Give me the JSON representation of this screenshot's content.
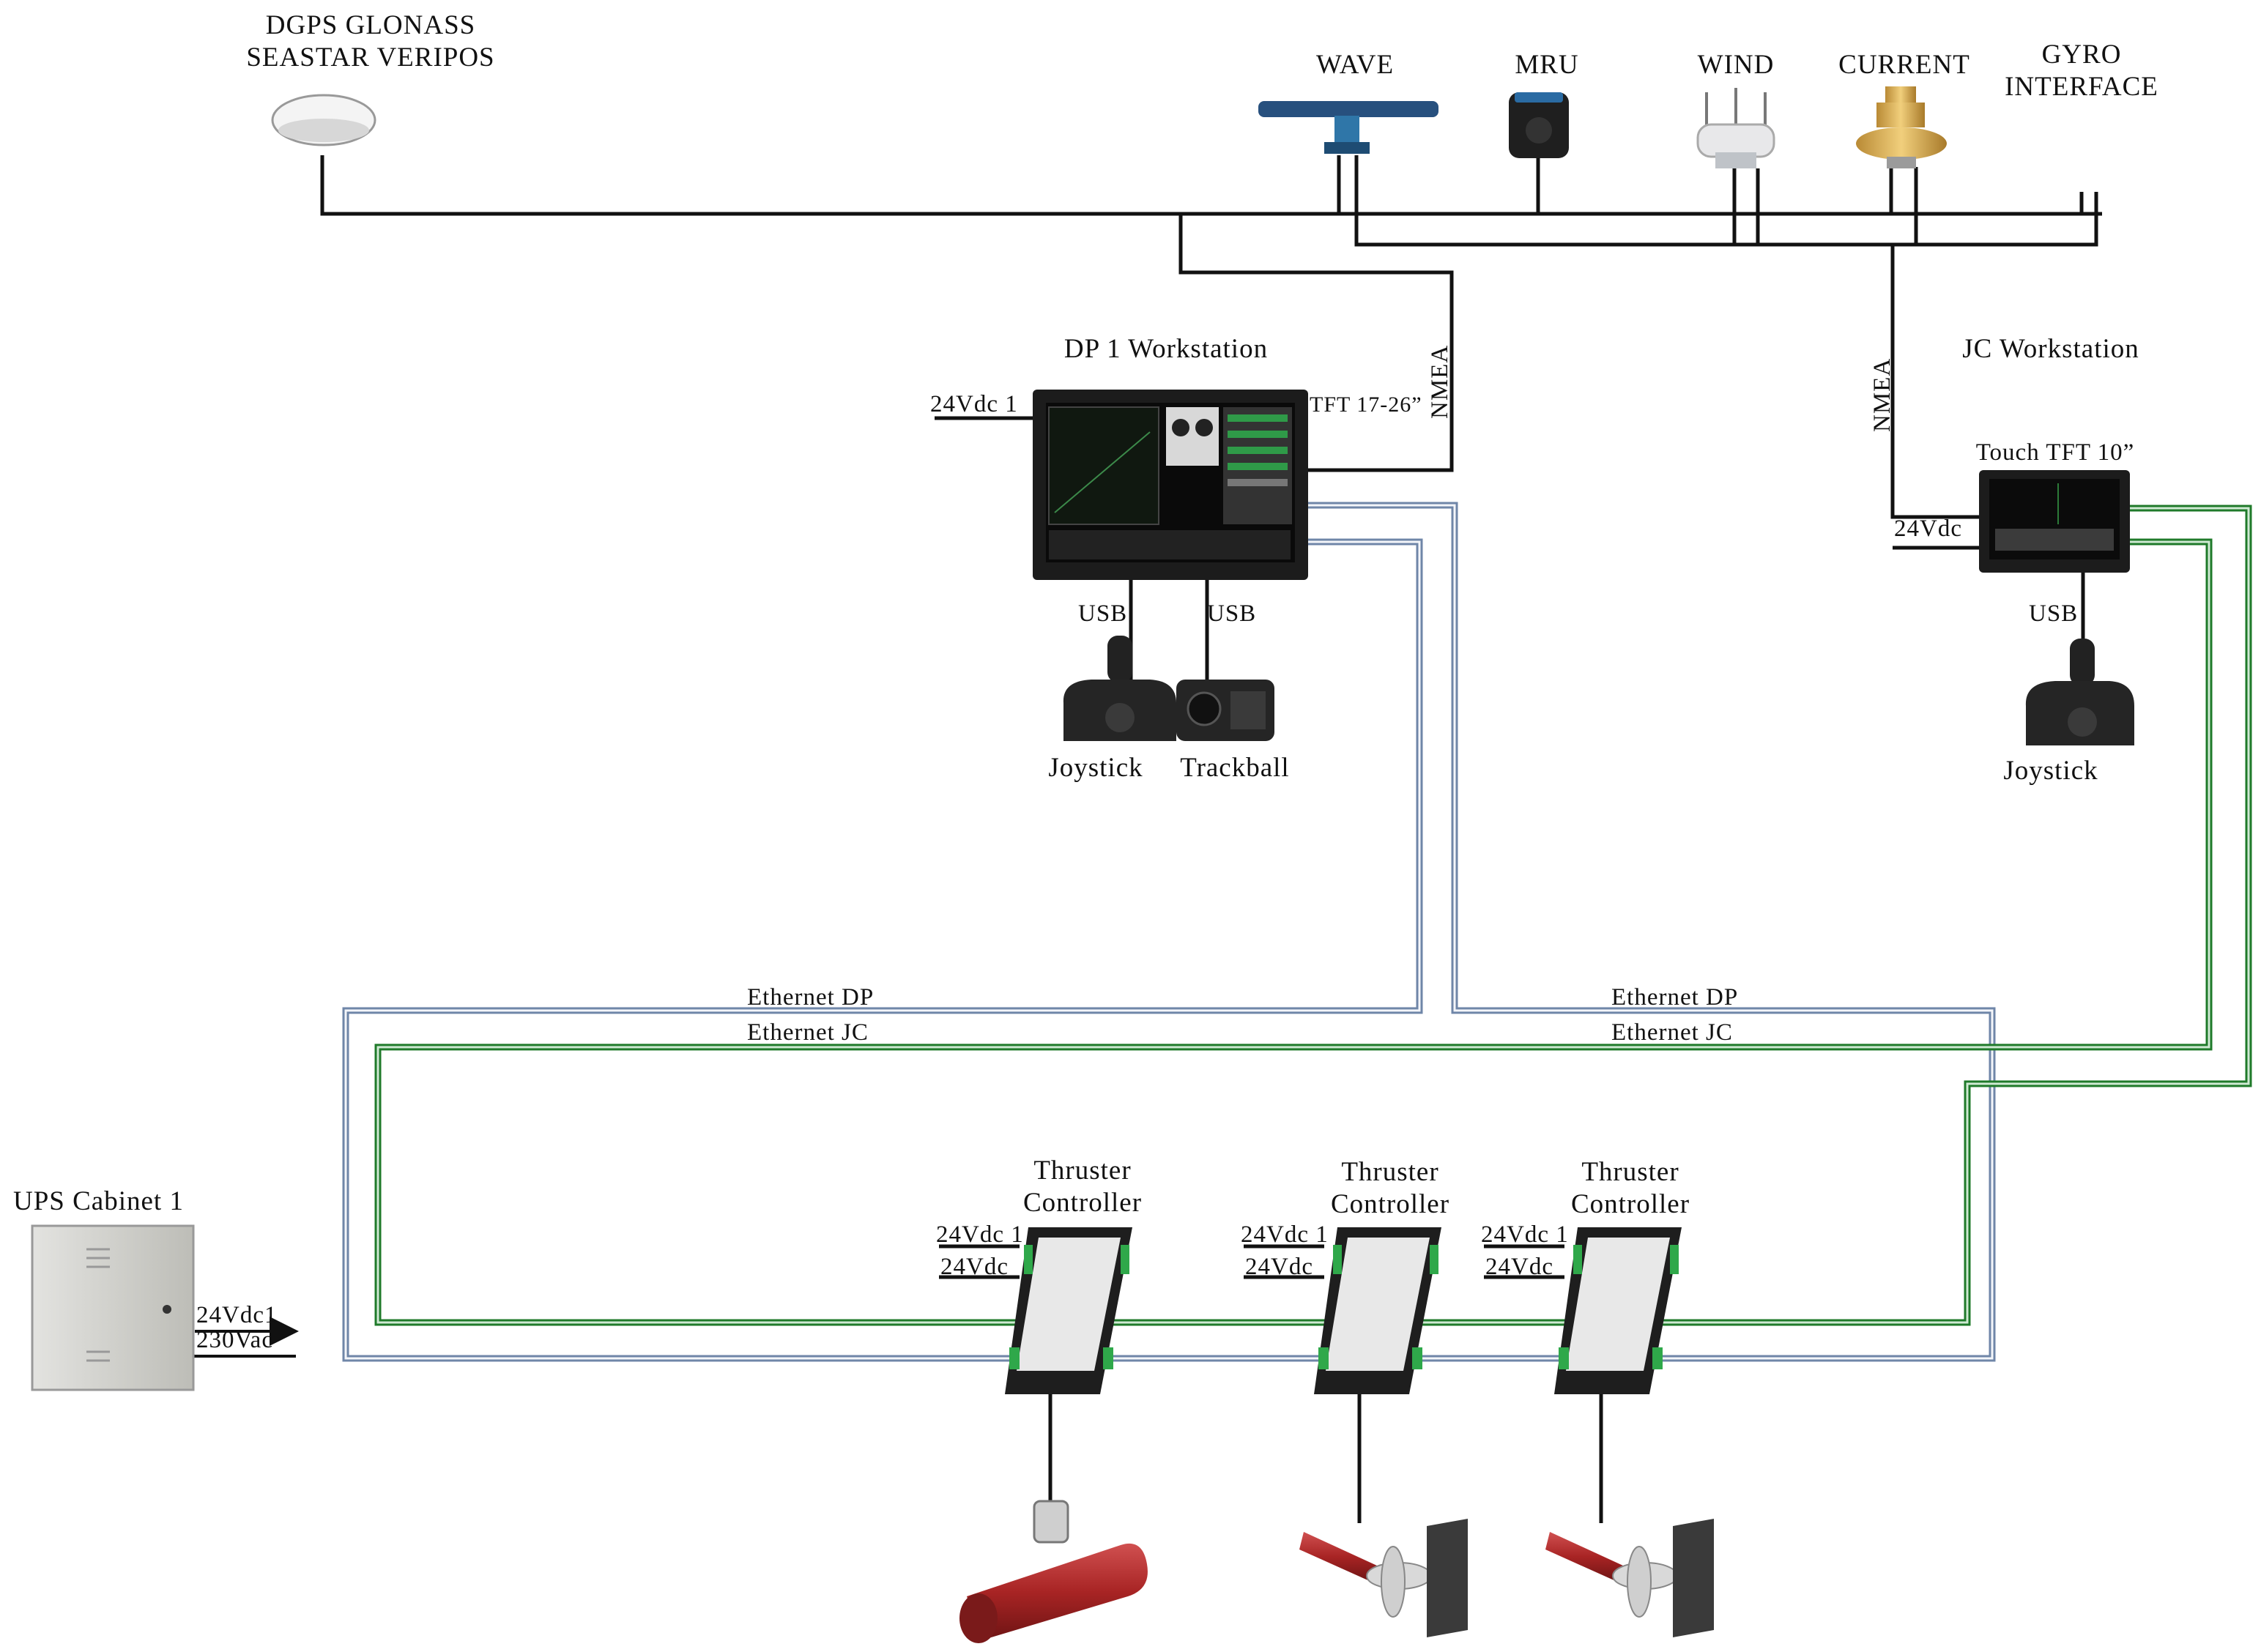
{
  "sensors": {
    "dgps_line1": "DGPS GLONASS",
    "dgps_line2": "SEASTAR VERIPOS",
    "wave": "WAVE",
    "mru": "MRU",
    "wind": "WIND",
    "current": "CURRENT",
    "gyro_line1": "GYRO",
    "gyro_line2": "INTERFACE"
  },
  "dp_workstation": {
    "title": "DP 1 Workstation",
    "power": "24Vdc 1",
    "display": "TFT 17-26”",
    "nmea": "NMEA",
    "usb_joystick": "USB",
    "usb_trackball": "USB",
    "joystick": "Joystick",
    "trackball": "Trackball"
  },
  "jc_workstation": {
    "title": "JC Workstation",
    "display": "Touch TFT 10”",
    "power": "24Vdc",
    "nmea": "NMEA",
    "usb": "USB",
    "joystick": "Joystick"
  },
  "network": {
    "eth_dp_left": "Ethernet DP",
    "eth_jc_left": "Ethernet JC",
    "eth_dp_right": "Ethernet DP",
    "eth_jc_right": "Ethernet JC"
  },
  "ups": {
    "title": "UPS Cabinet 1",
    "out_dc": "24Vdc1",
    "in_ac": "230Vac"
  },
  "thrusters": [
    {
      "title_line1": "Thruster",
      "title_line2": "Controller",
      "power1": "24Vdc 1",
      "power2": "24Vdc"
    },
    {
      "title_line1": "Thruster",
      "title_line2": "Controller",
      "power1": "24Vdc 1",
      "power2": "24Vdc"
    },
    {
      "title_line1": "Thruster",
      "title_line2": "Controller",
      "power1": "24Vdc 1",
      "power2": "24Vdc"
    }
  ],
  "colors": {
    "ethernet_dp": "#6f86a8",
    "ethernet_jc": "#1f7a2a",
    "wire": "#111111",
    "thruster_red": "#b42a2a",
    "controller_green": "#2fa84a"
  }
}
